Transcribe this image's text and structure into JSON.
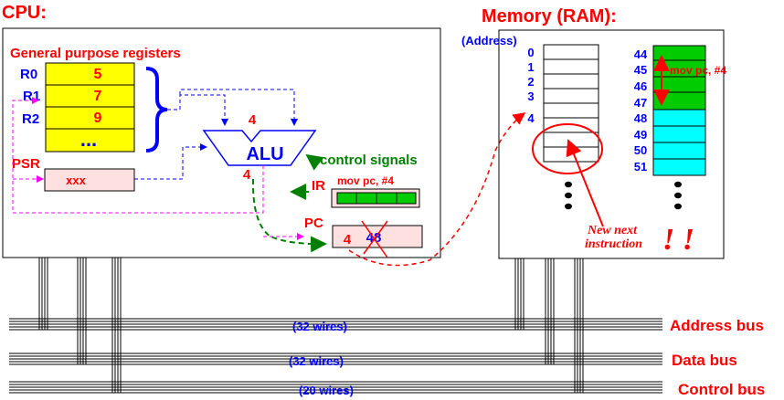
{
  "cpu": {
    "title": "CPU:",
    "gp_title": "General purpose registers",
    "registers": [
      {
        "name": "R0",
        "value": "5"
      },
      {
        "name": "R1",
        "value": "7"
      },
      {
        "name": "R2",
        "value": "9"
      },
      {
        "name": "",
        "value": "..."
      }
    ],
    "psr_label": "PSR",
    "psr_value": "xxx",
    "alu_label": "ALU",
    "alu_input_value": "4",
    "alu_output_value": "4",
    "control_signals_label": "control signals",
    "ir_label": "IR",
    "ir_instruction": "mov pc, #4",
    "pc_label": "PC",
    "pc_new_value": "4",
    "pc_old_value": "48"
  },
  "memory": {
    "title": "Memory (RAM):",
    "address_header": "(Address)",
    "low_addresses": [
      "0",
      "1",
      "2",
      "3",
      "4"
    ],
    "high_addresses": [
      "44",
      "45",
      "46",
      "47",
      "48",
      "49",
      "50",
      "51"
    ],
    "instruction_label": "mov pc, #4",
    "annotation_line1": "New next",
    "annotation_line2": "instruction",
    "exclaim": "! !"
  },
  "buses": [
    {
      "name": "Address bus",
      "wires": "(32 wires)"
    },
    {
      "name": "Data bus",
      "wires": "(32 wires)"
    },
    {
      "name": "Control bus",
      "wires": "(20 wires)"
    }
  ],
  "colors": {
    "register_fill": "#ffff00",
    "box_fill": "#ffe0e0",
    "green_block": "#00cc00",
    "cyan_block": "#00ffff",
    "red": "#ff0000",
    "blue": "#0000ff",
    "green": "#008000",
    "magenta": "#ff00ff"
  }
}
